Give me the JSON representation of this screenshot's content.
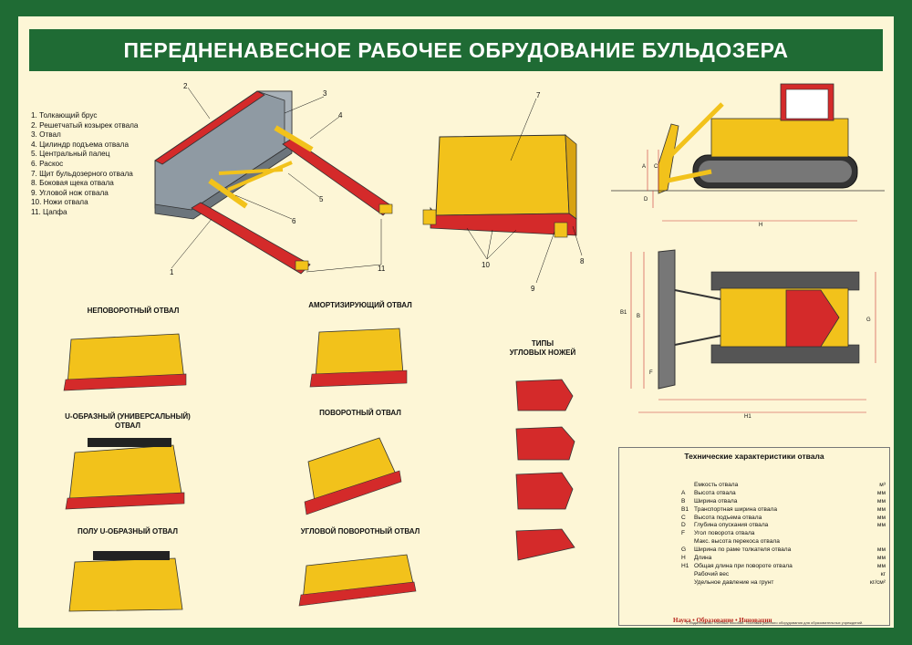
{
  "title": "ПЕРЕДНЕНАВЕСНОЕ РАБОЧЕЕ ОБРУДОВАНИЕ БУЛЬДОЗЕРА",
  "colors": {
    "frame": "#1f6b34",
    "background": "#fdf6d6",
    "blade_yellow": "#f2c21b",
    "cutting_red": "#d42a2a",
    "steel_gray": "#8f9aa3"
  },
  "parts": [
    "1. Толкающий брус",
    "2. Решетчатый козырек отвала",
    "3. Отвал",
    "4. Цилиндр подъема отвала",
    "5. Центральный палец",
    "6. Раскос",
    "7. Щит бульдозерного отвала",
    "8. Боковая щека отвала",
    "9. Угловой нож отвала",
    "10. Ножи отвала",
    "11. Цапфа"
  ],
  "callouts": [
    "1",
    "2",
    "3",
    "4",
    "5",
    "6",
    "7",
    "8",
    "9",
    "10",
    "11"
  ],
  "blade_types": {
    "fixed": "НЕПОВОРОТНЫЙ ОТВАЛ",
    "cushion": "АМОРТИЗИРУЮЩИЙ ОТВАЛ",
    "u_line1": "U-ОБРАЗНЫЙ (УНИВЕРСАЛЬНЫЙ)",
    "u_line2": "ОТВАЛ",
    "swivel": "ПОВОРОТНЫЙ ОТВАЛ",
    "semi_u": "ПОЛУ U-ОБРАЗНЫЙ ОТВАЛ",
    "angle": "УГЛОВОЙ ПОВОРОТНЫЙ ОТВАЛ",
    "knives_line1": "ТИПЫ",
    "knives_line2": "УГЛОВЫХ НОЖЕЙ"
  },
  "dims": {
    "A": "A",
    "C": "C",
    "D": "D",
    "H": "H",
    "B": "B",
    "B1": "B1",
    "G": "G",
    "H1": "H1",
    "F": "F"
  },
  "specs": {
    "title": "Технические характеристики отвала",
    "rows": [
      {
        "k": "",
        "l": "Емкость отвала",
        "u": "м³"
      },
      {
        "k": "A",
        "l": "Высота отвала",
        "u": "мм"
      },
      {
        "k": "B",
        "l": "Ширина отвала",
        "u": "мм"
      },
      {
        "k": "B1",
        "l": "Транспортная ширина отвала",
        "u": "мм"
      },
      {
        "k": "C",
        "l": "Высота подъема отвала",
        "u": "мм"
      },
      {
        "k": "D",
        "l": "Глубина опускания отвала",
        "u": "мм"
      },
      {
        "k": "F",
        "l": "Угол поворота отвала",
        "u": ""
      },
      {
        "k": "",
        "l": "Макс. высота перекоса отвала",
        "u": ""
      },
      {
        "k": "G",
        "l": "Ширина по раме толкателя отвала",
        "u": "мм"
      },
      {
        "k": "H",
        "l": "Длина",
        "u": "мм"
      },
      {
        "k": "H1",
        "l": "Общая длина при повороте отвала",
        "u": "мм"
      },
      {
        "k": "",
        "l": "Рабочий вес",
        "u": "кг"
      },
      {
        "k": "",
        "l": "Удельное давление на грунт",
        "u": "кг/см²"
      }
    ]
  },
  "logo": "Наука • Образование • Инновации",
  "footer": "© Издательство Учебных пособий. Поставка учебного оборудования для образовательных учреждений."
}
